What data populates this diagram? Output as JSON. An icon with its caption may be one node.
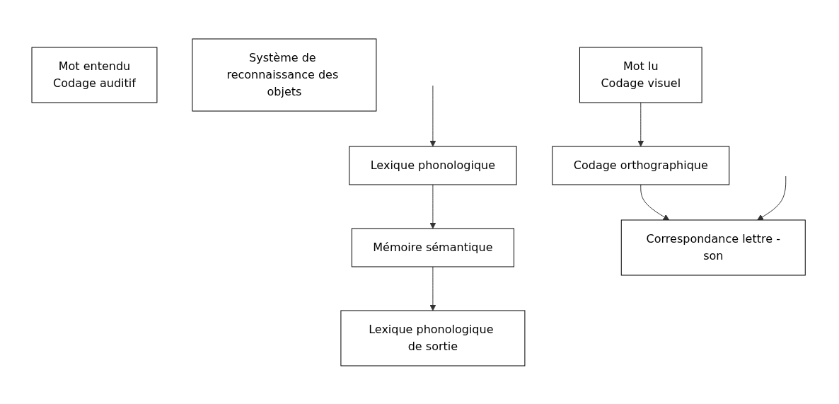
{
  "diagram": {
    "nodes": [
      {
        "text": [
          "Mot entendu",
          "Codage auditif"
        ]
      },
      {
        "text": [
          "Lexique phonologique"
        ]
      },
      {
        "text": [
          "Mémoire sémantique"
        ]
      },
      {
        "text": [
          "Lexique phonologique de sortie"
        ]
      },
      {
        "text": [
          "Système de reconnaissance des objets"
        ]
      },
      {
        "text": [
          "Mot lu",
          "Codage visuel"
        ]
      },
      {
        "text": [
          "Codage orthographique"
        ]
      },
      {
        "text": [
          "Correspondance lettre -son"
        ]
      }
    ],
    "edges": [
      {
        "from": null,
        "to": 1,
        "arrow": "to"
      },
      {
        "from": 1,
        "to": 2,
        "arrow": "to"
      },
      {
        "from": 2,
        "to": 3,
        "arrow": "to"
      },
      {
        "from": 5,
        "to": 6,
        "arrow": "to"
      },
      {
        "from": 6,
        "to": 7,
        "arrow": "to"
      },
      {
        "from": null,
        "to": 7,
        "arrow": "to"
      }
    ]
  }
}
